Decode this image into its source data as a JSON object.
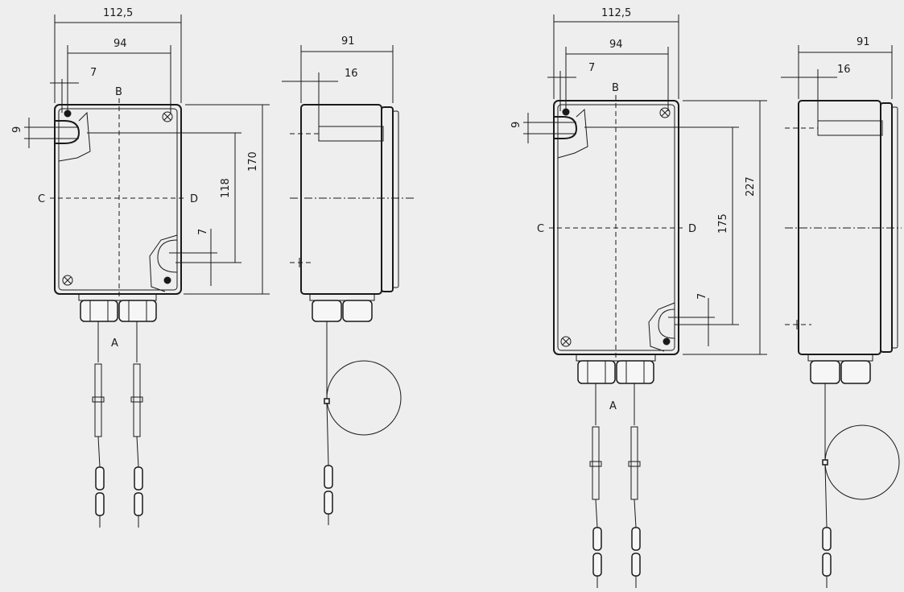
{
  "left": {
    "front": {
      "dim_overall_width": "112,5",
      "dim_hole_spacing": "94",
      "dim_hole_offset": "7",
      "dim_slot": "9",
      "dim_slot_lower": "7",
      "dim_hole_vertical": "118",
      "dim_height": "170",
      "label_b": "B",
      "label_c": "C",
      "label_d": "D",
      "label_a": "A"
    },
    "side": {
      "dim_depth": "91",
      "dim_lid": "16"
    }
  },
  "right": {
    "front": {
      "dim_overall_width": "112,5",
      "dim_hole_spacing": "94",
      "dim_hole_offset": "7",
      "dim_slot": "9",
      "dim_slot_lower": "7",
      "dim_hole_vertical": "175",
      "dim_height": "227",
      "label_b": "B",
      "label_c": "C",
      "label_d": "D",
      "label_a": "A"
    },
    "side": {
      "dim_depth": "91",
      "dim_lid": "16"
    }
  }
}
